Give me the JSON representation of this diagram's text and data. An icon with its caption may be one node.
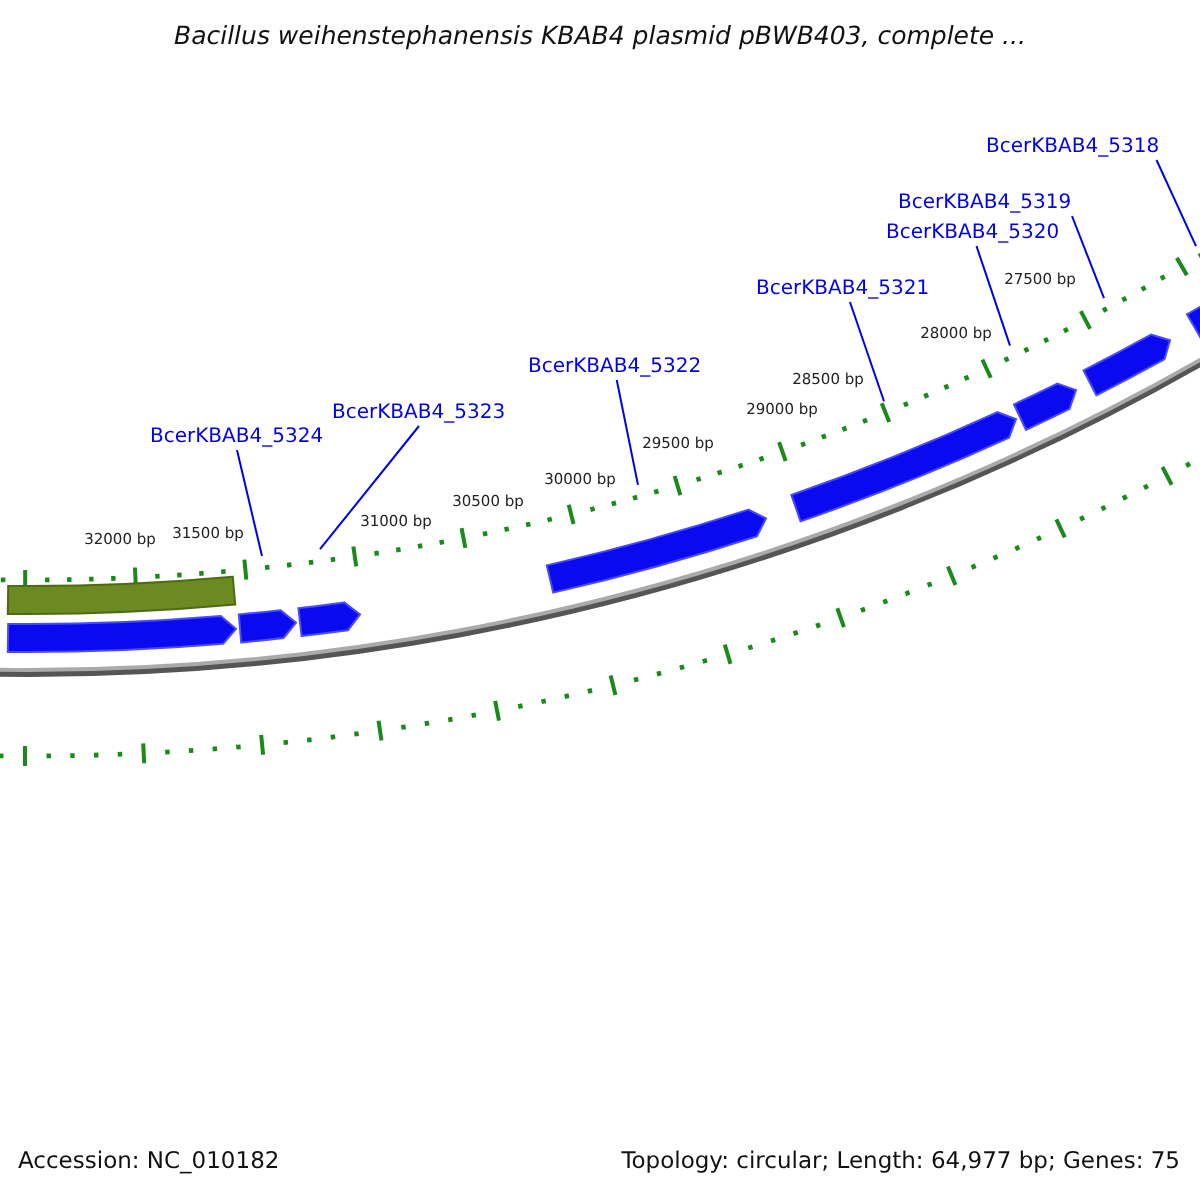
{
  "diagram": {
    "title": "Bacillus weihenstephanensis KBAB4 plasmid pBWB403, complete ...",
    "nodes": [
      {
        "text": [
          "BcerKBAB4_5318"
        ]
      },
      {
        "text": [
          "BcerKBAB4_5319"
        ]
      },
      {
        "text": [
          "BcerKBAB4_5320"
        ]
      },
      {
        "text": [
          "BcerKBAB4_5321"
        ]
      },
      {
        "text": [
          "BcerKBAB4_5322"
        ]
      },
      {
        "text": [
          "BcerKBAB4_5323"
        ]
      },
      {
        "text": [
          "BcerKBAB4_5324"
        ]
      }
    ],
    "edges": [
      {
        "from": 0,
        "to": null,
        "arrow": "none"
      },
      {
        "from": 1,
        "to": null,
        "arrow": "none"
      },
      {
        "from": 2,
        "to": null,
        "arrow": "none"
      },
      {
        "from": 3,
        "to": null,
        "arrow": "none"
      },
      {
        "from": 4,
        "to": null,
        "arrow": "none"
      },
      {
        "from": 5,
        "to": null,
        "arrow": "none"
      },
      {
        "from": 6,
        "to": null,
        "arrow": "none"
      }
    ],
    "labels": [
      "32000 bp",
      "31500 bp",
      "31000 bp",
      "30500 bp",
      "30000 bp",
      "29500 bp",
      "29000 bp",
      "28500 bp",
      "28000 bp",
      "27500 bp",
      "Accession: NC_010182",
      "Topology: circular; Length: 64,977 bp; Genes: 75"
    ]
  }
}
